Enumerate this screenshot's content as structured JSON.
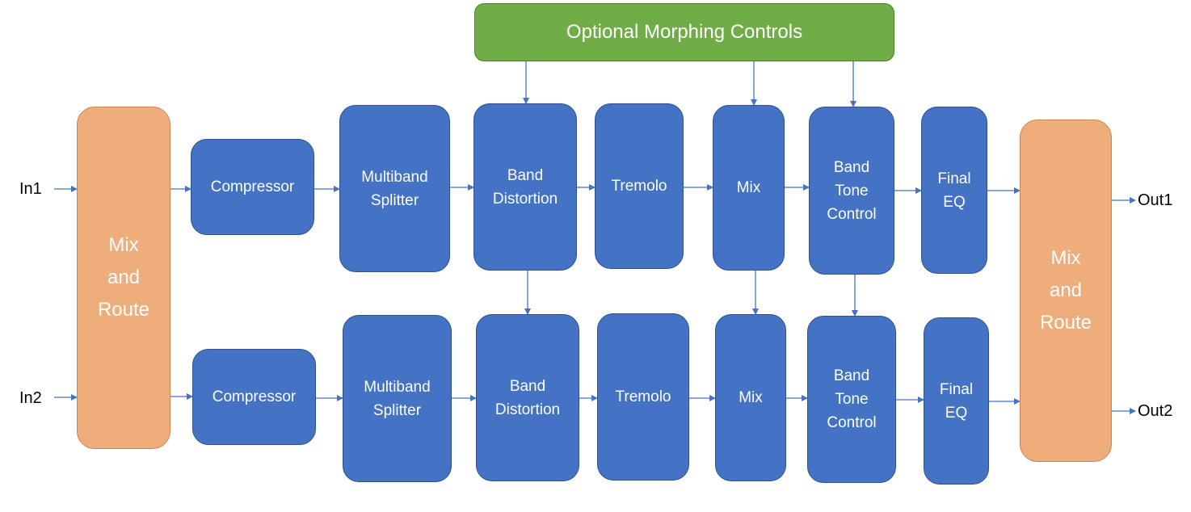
{
  "inputs": {
    "in1": "In1",
    "in2": "In2"
  },
  "outputs": {
    "out1": "Out1",
    "out2": "Out2"
  },
  "morphing": {
    "label": "Optional Morphing Controls"
  },
  "router_in": {
    "label": "Mix\nand\nRoute"
  },
  "router_out": {
    "label": "Mix\nand\nRoute"
  },
  "chain1": {
    "compressor": "Compressor",
    "splitter": "Multiband\nSplitter",
    "distortion": "Band\nDistortion",
    "tremolo": "Tremolo",
    "mix": "Mix",
    "tone": "Band\nTone\nControl",
    "eq": "Final\nEQ"
  },
  "chain2": {
    "compressor": "Compressor",
    "splitter": "Multiband\nSplitter",
    "distortion": "Band\nDistortion",
    "tremolo": "Tremolo",
    "mix": "Mix",
    "tone": "Band\nTone\nControl",
    "eq": "Final\nEQ"
  },
  "colors": {
    "block": "#4472c4",
    "router": "#f0ad7c",
    "control": "#70ad47",
    "wire": "#4472c4"
  }
}
